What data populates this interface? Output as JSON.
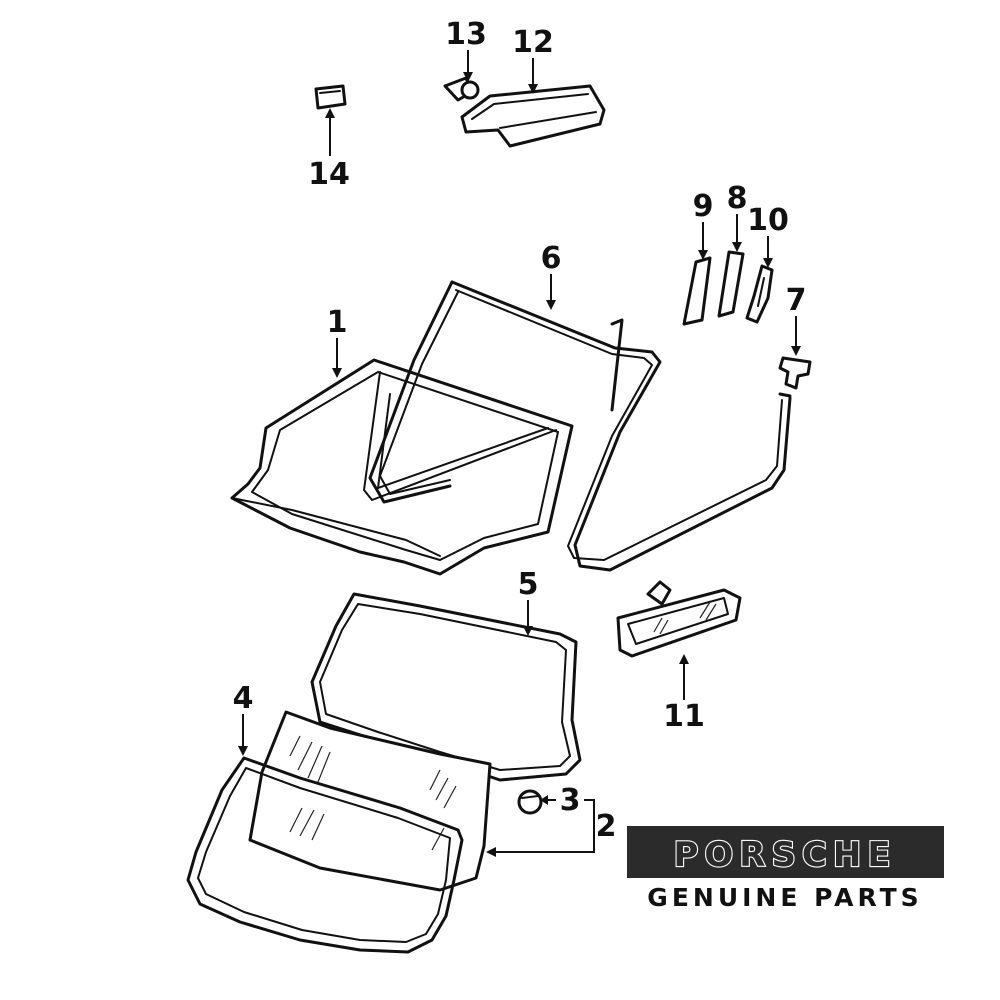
{
  "diagram": {
    "callouts": {
      "c1": "1",
      "c2": "2",
      "c3": "3",
      "c4": "4",
      "c5": "5",
      "c6": "6",
      "c7": "7",
      "c8": "8",
      "c9": "9",
      "c10": "10",
      "c11": "11",
      "c12": "12",
      "c13": "13",
      "c14": "14"
    }
  },
  "brand": {
    "logo_text": "PORSCHE",
    "tagline": "GENUINE PARTS"
  }
}
